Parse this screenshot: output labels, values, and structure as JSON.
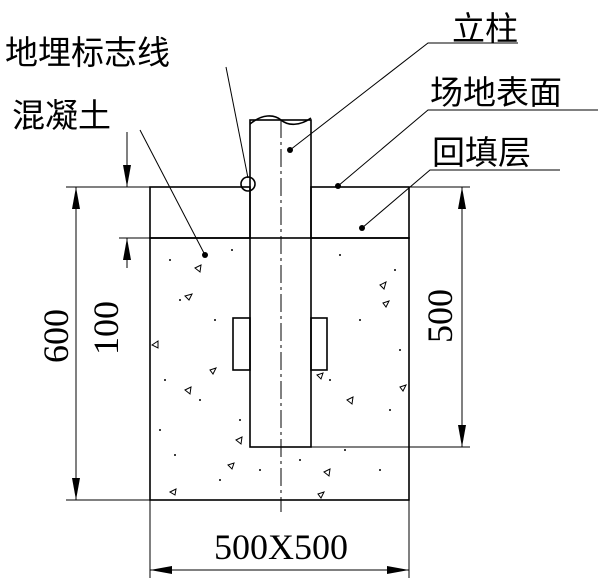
{
  "labels": {
    "post": "立柱",
    "marker_line": "地埋标志线",
    "site_surface": "场地表面",
    "concrete": "混凝土",
    "backfill": "回填层"
  },
  "dimensions": {
    "total_depth": "600",
    "backfill_depth": "100",
    "post_embed_depth": "500",
    "footing_size": "500X500"
  }
}
